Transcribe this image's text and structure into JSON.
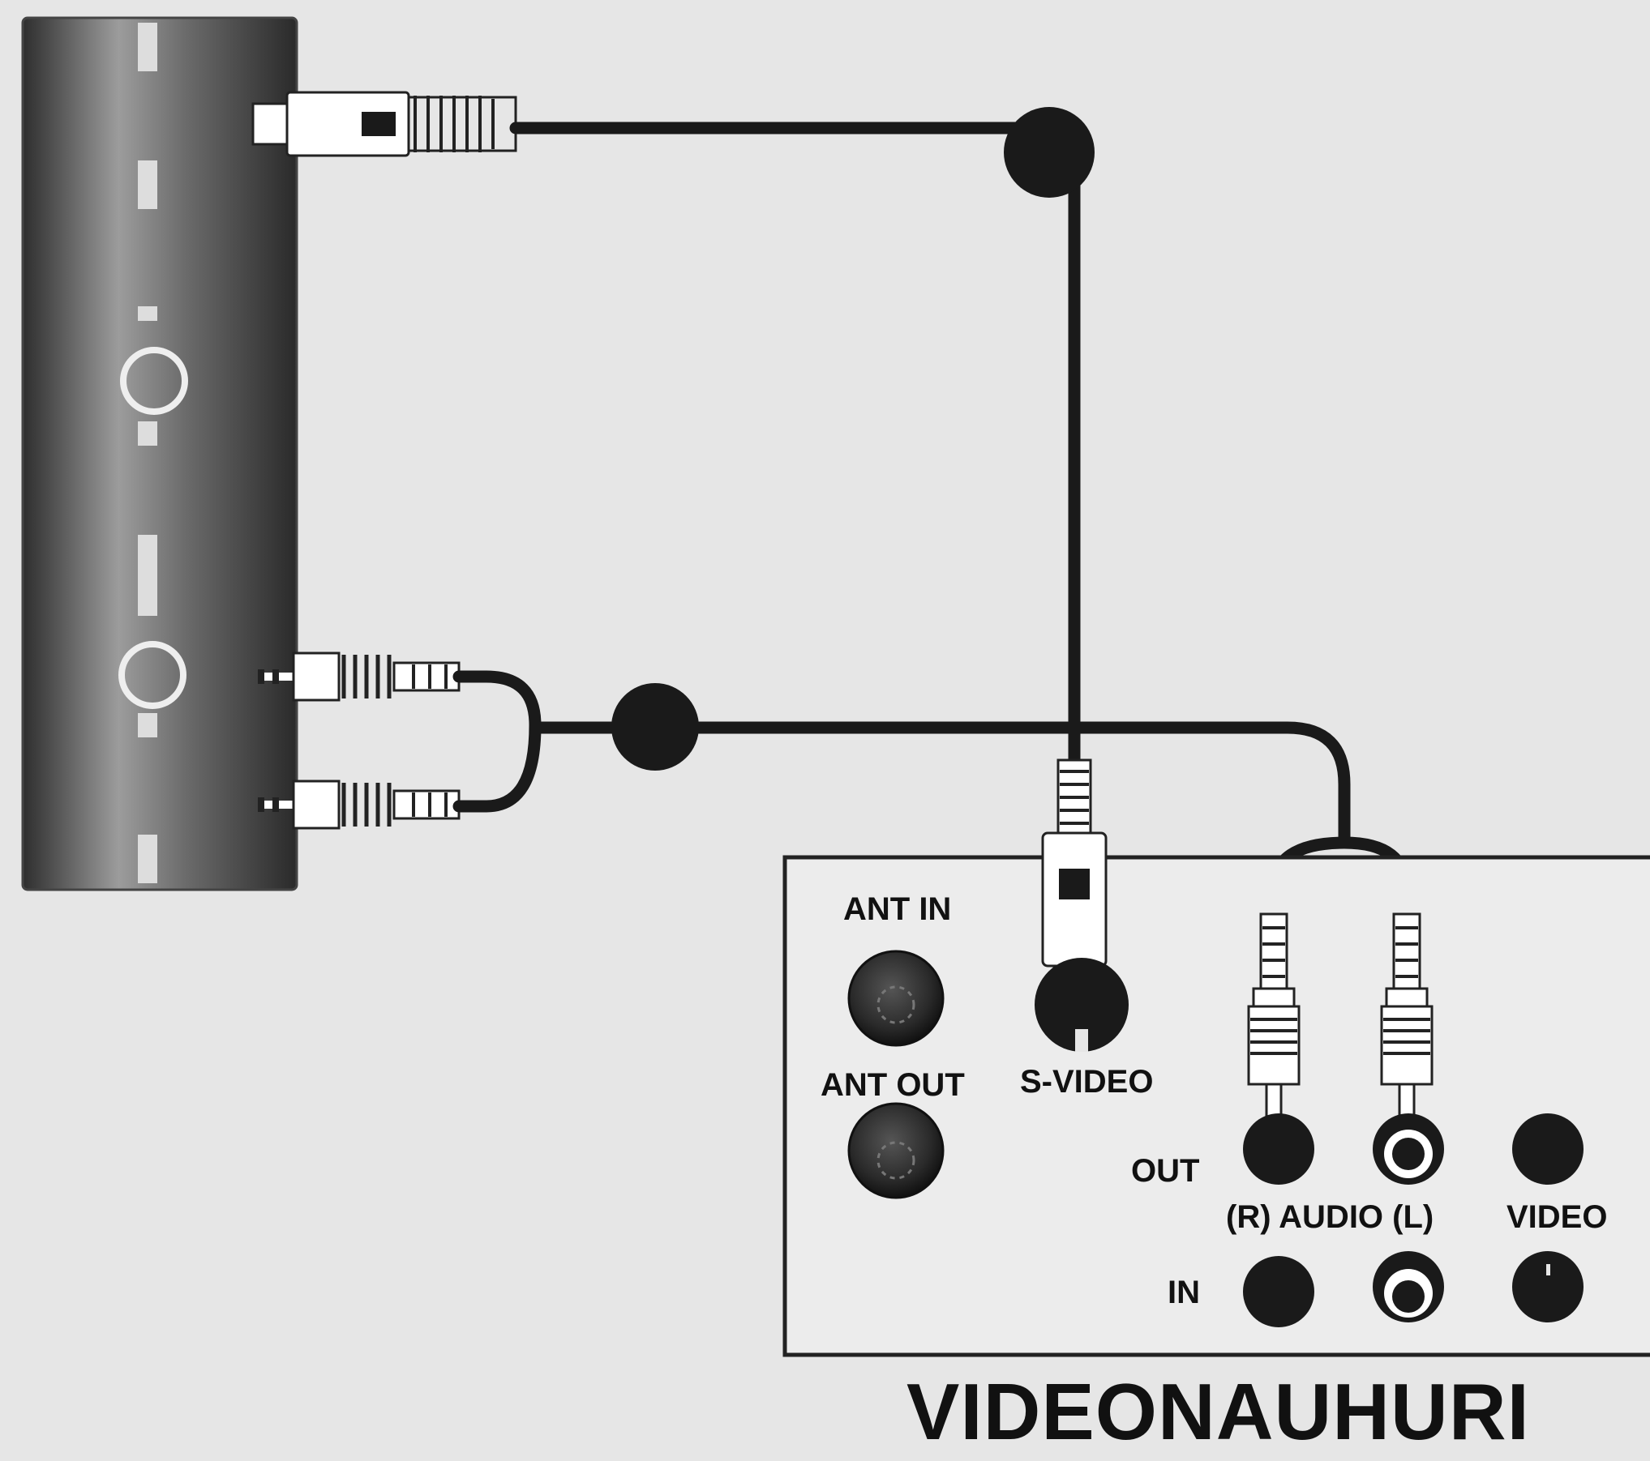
{
  "device_title": "VIDEONAUHURI",
  "labels": {
    "ant_in": "ANT IN",
    "ant_out": "ANT OUT",
    "s_video": "S-VIDEO",
    "out": "OUT",
    "in": "IN",
    "audio": "(R) AUDIO (L)",
    "video": "VIDEO"
  },
  "colors": {
    "background": "#e6e6e6",
    "cable": "#1a1a1a",
    "panel_outline": "#222222",
    "tv_panel_dark": "#2b2b2b",
    "tv_panel_light": "#9a9a9a"
  },
  "icons": [
    "s-video-plug-icon",
    "rca-plug-icon",
    "coax-jack-icon",
    "rca-jack-icon",
    "s-video-jack-icon"
  ]
}
